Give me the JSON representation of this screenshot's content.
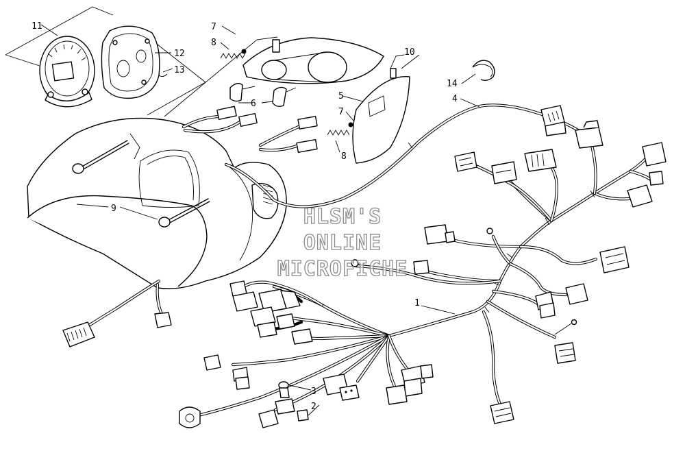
{
  "watermark": {
    "line1": "HLSM'S",
    "line2": "ONLINE",
    "line3": "MICROFICHE"
  },
  "callouts": {
    "c1": "1",
    "c2": "2",
    "c3": "3",
    "c4": "4",
    "c5": "5",
    "c6": "6",
    "c7a": "7",
    "c7b": "7",
    "c8a": "8",
    "c8b": "8",
    "c9": "9",
    "c10": "10",
    "c11": "11",
    "c12": "12",
    "c13": "13",
    "c14": "14"
  },
  "colors": {
    "ink": "#000000",
    "paper": "#ffffff",
    "watermark_outline": "#8a8a8a"
  }
}
